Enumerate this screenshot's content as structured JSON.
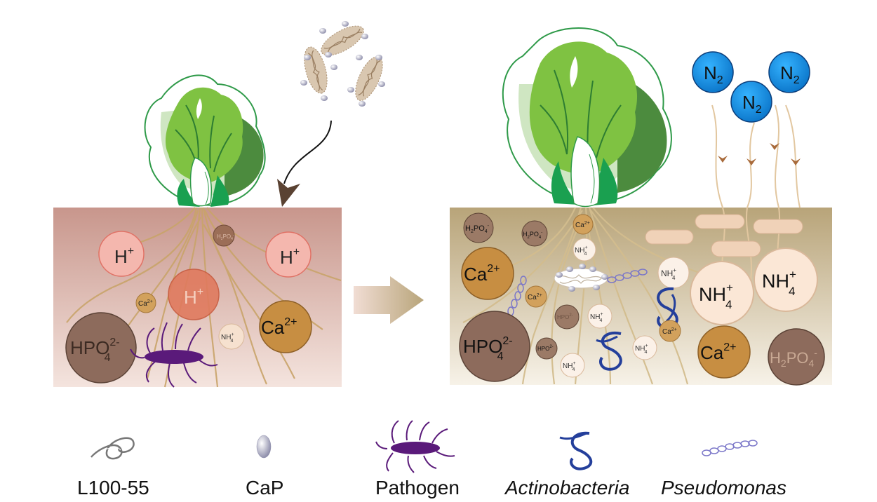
{
  "left_panel": {
    "h_label": "H",
    "h_sup": "+",
    "ca_label": "Ca",
    "ca_sup": "2+",
    "hpo4_label": "HPO",
    "hpo4_sub": "4",
    "hpo4_sup": "2-",
    "nh4_label": "NH",
    "nh4_sub": "4",
    "nh4_sup": "+",
    "h2po4_label": "H",
    "h2po4_sub2": "2",
    "h2po4_mid": "PO",
    "h2po4_sub4": "4",
    "h2po4_sup": "-"
  },
  "right_panel": {
    "n2_label": "N",
    "n2_sub": "2",
    "nh4_label": "NH",
    "nh4_sub": "4",
    "nh4_sup": "+",
    "ca_label": "Ca",
    "ca_sup": "2+",
    "hpo4_label": "HPO",
    "hpo4_sub": "4",
    "hpo4_sup": "2-",
    "h2po4_label": "H",
    "h2po4_sub2": "2",
    "h2po4_mid": "PO",
    "h2po4_sub4": "4",
    "h2po4_sup": "-"
  },
  "legend": {
    "l100": "L100-55",
    "cap": "CaP",
    "pathogen": "Pathogen",
    "actino": "Actinobacteria",
    "pseudo": "Pseudomonas"
  },
  "colors": {
    "soil_left_top": "#c8968c",
    "soil_left_bottom": "#f3e2dd",
    "soil_right_top": "#b9a67a",
    "soil_right_bottom": "#f6f1e6",
    "leaf_green": "#7dc242",
    "leaf_dark": "#3f8f3a",
    "pathogen_purple": "#5a1a7a",
    "actino_blue": "#243f9b",
    "n2_blue": "#1b8fe0",
    "root": "#c8a66a"
  }
}
